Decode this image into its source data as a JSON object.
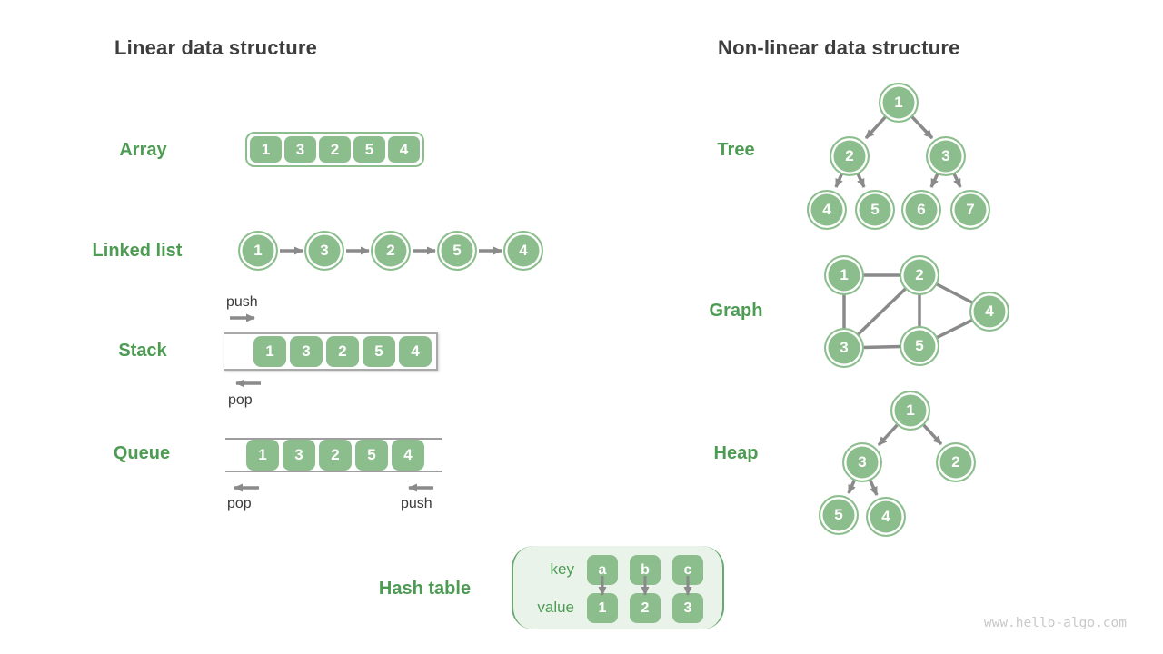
{
  "colors": {
    "node_green": "#8CBE8D",
    "label_green": "#4E9B54",
    "heading_gray": "#3D3D3D",
    "arrow_gray": "#8A8A8A",
    "container_line_gray": "#A9A9A9",
    "hash_bg": "#EAF3EA",
    "hash_bracket_green": "#6BA871",
    "watermark_gray": "#C9C9C9"
  },
  "watermark": "www.hello-algo.com",
  "linear": {
    "heading": "Linear data structure",
    "array": {
      "label": "Array",
      "cells": [
        "1",
        "3",
        "2",
        "5",
        "4"
      ]
    },
    "linked_list": {
      "label": "Linked list",
      "nodes": [
        "1",
        "3",
        "2",
        "5",
        "4"
      ]
    },
    "stack": {
      "label": "Stack",
      "cells": [
        "1",
        "3",
        "2",
        "5",
        "4"
      ],
      "push": "push",
      "pop": "pop"
    },
    "queue": {
      "label": "Queue",
      "cells": [
        "1",
        "3",
        "2",
        "5",
        "4"
      ],
      "push": "push",
      "pop": "pop"
    },
    "hash_table": {
      "label": "Hash table",
      "key_header": "key",
      "value_header": "value",
      "keys": [
        "a",
        "b",
        "c"
      ],
      "values": [
        "1",
        "2",
        "3"
      ]
    }
  },
  "nonlinear": {
    "heading": "Non-linear data structure",
    "tree": {
      "label": "Tree",
      "nodes": [
        "1",
        "2",
        "3",
        "4",
        "5",
        "6",
        "7"
      ]
    },
    "graph": {
      "label": "Graph",
      "nodes": [
        "1",
        "2",
        "3",
        "4",
        "5"
      ]
    },
    "heap": {
      "label": "Heap",
      "nodes": [
        "1",
        "3",
        "2",
        "5",
        "4"
      ]
    }
  }
}
